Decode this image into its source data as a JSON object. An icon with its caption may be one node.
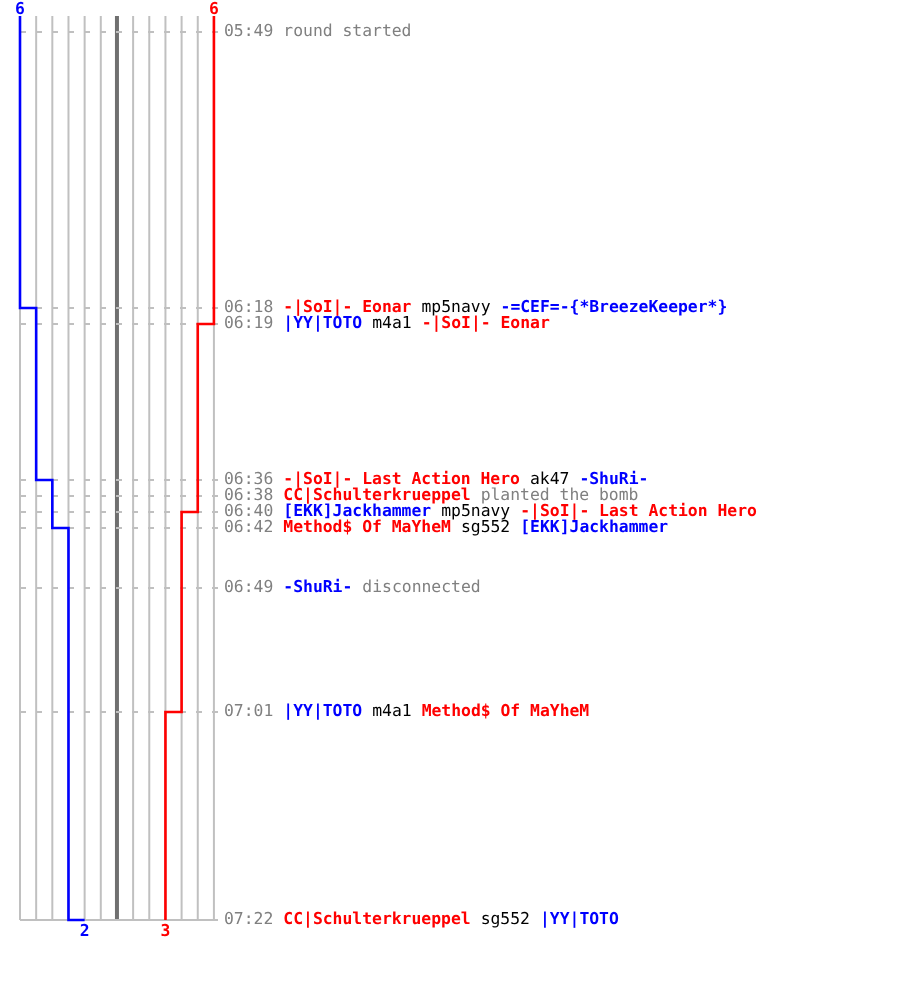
{
  "diagram": {
    "labels": [
      "6",
      "6",
      "05:49",
      "round started",
      "06:18",
      "-|SoI|- Eonar",
      "mp5navy",
      "-=CEF=-{*BreezeKeeper*}",
      "06:19",
      "|YY|TOTO",
      "m4a1",
      "-|SoI|- Eonar",
      "06:36",
      "-|SoI|- Last Action Hero",
      "ak47",
      "-ShuRi-",
      "06:38",
      "CC|Schulterkrueppel",
      "planted the bomb",
      "06:40",
      "[EKK]Jackhammer",
      "mp5navy",
      "-|SoI|- Last Action Hero",
      "06:42",
      "Method$ Of MaYheM",
      "sg552",
      "[EKK]Jackhammer",
      "06:49",
      "-ShuRi-",
      "disconnected",
      "07:01",
      "|YY|TOTO",
      "m4a1",
      "Method$ Of MaYheM",
      "07:22",
      "CC|Schulterkrueppel",
      "sg552",
      "|YY|TOTO",
      "2",
      "3"
    ]
  }
}
